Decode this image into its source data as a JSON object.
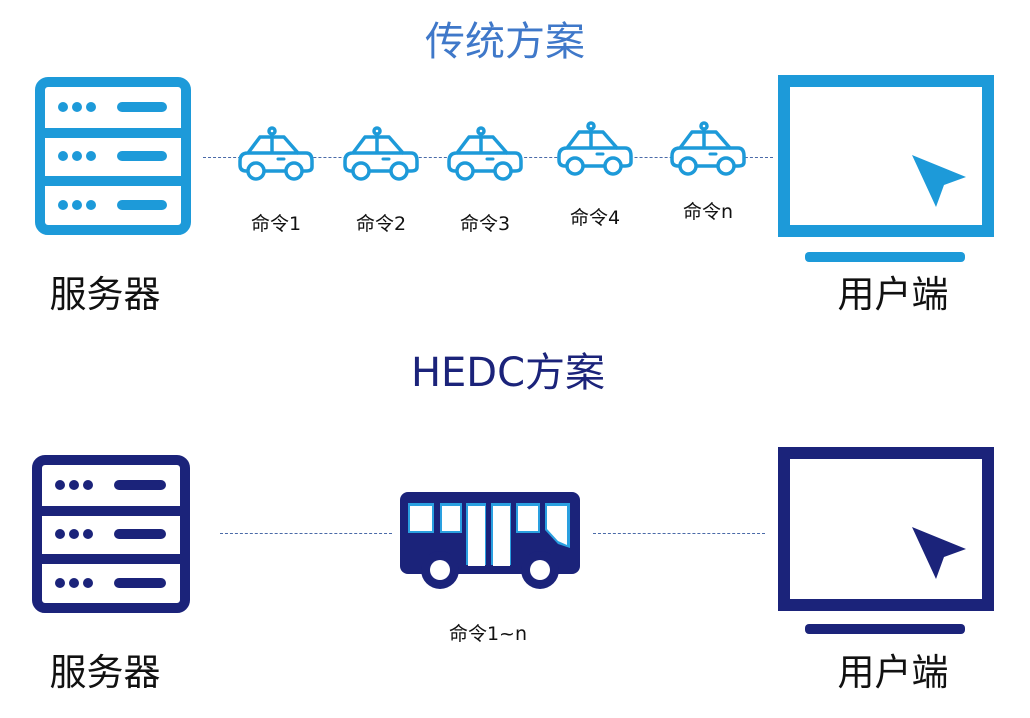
{
  "colors": {
    "traditional": "#1d9ad9",
    "traditional_title": "#3f78c9",
    "hedc": "#1b237a"
  },
  "traditional": {
    "title": "传统方案",
    "server_label": "服务器",
    "client_label": "用户端",
    "commands": [
      "命令1",
      "命令2",
      "命令3",
      "命令4",
      "命令n"
    ]
  },
  "hedc": {
    "title": "HEDC方案",
    "server_label": "服务器",
    "client_label": "用户端",
    "command": "命令1~n"
  }
}
